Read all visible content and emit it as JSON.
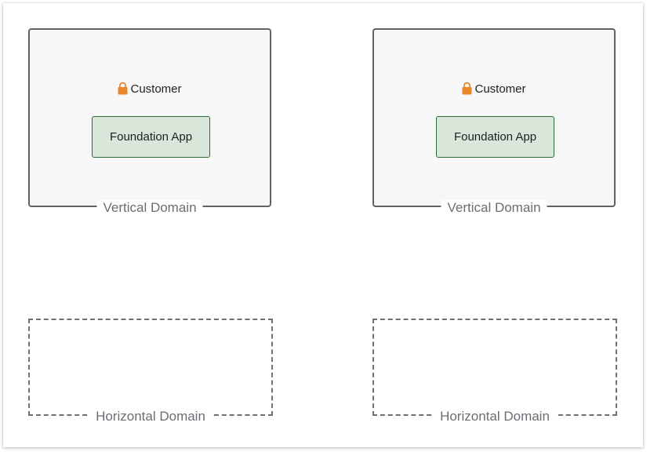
{
  "diagram": {
    "vertical_domains": [
      {
        "label": "Vertical Domain",
        "customer_label": "Customer",
        "app_label": "Foundation App"
      },
      {
        "label": "Vertical Domain",
        "customer_label": "Customer",
        "app_label": "Foundation App"
      }
    ],
    "horizontal_domains": [
      {
        "label": "Horizontal Domain"
      },
      {
        "label": "Horizontal Domain"
      }
    ],
    "colors": {
      "lock": "#e8872c",
      "app_fill": "#d9e6da",
      "app_border": "#2f6b36",
      "vertical_fill": "#f7f7f7",
      "border": "#5f6369"
    },
    "icons": {
      "lock": "padlock-icon"
    }
  }
}
